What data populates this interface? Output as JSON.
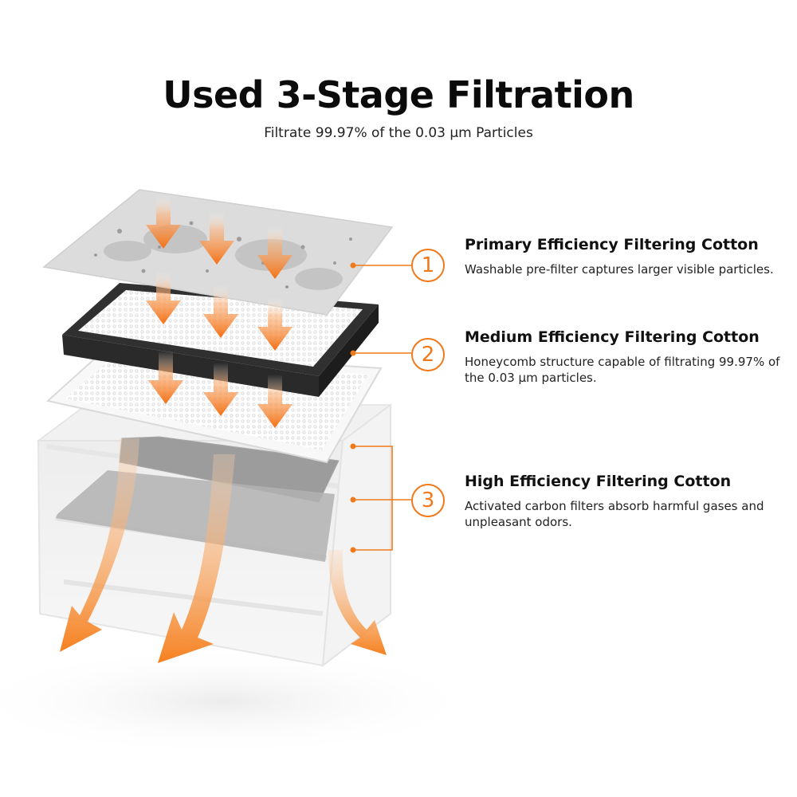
{
  "header": {
    "title": "Used 3-Stage Filtration",
    "subtitle": "Filtrate 99.97% of the 0.03 μm Particles"
  },
  "stages": [
    {
      "number": "1",
      "title": "Primary Efficiency Filtering Cotton",
      "description": "Washable pre-filter captures larger visible particles."
    },
    {
      "number": "2",
      "title": "Medium Efficiency Filtering Cotton",
      "description": "Honeycomb structure capable of filtrating 99.97% of the 0.03 μm particles."
    },
    {
      "number": "3",
      "title": "High Efficiency Filtering Cotton",
      "description": "Activated carbon filters absorb harmful gases and unpleasant odors."
    }
  ],
  "colors": {
    "accent": "#f07a1a",
    "text": "#111111",
    "background": "#ffffff"
  }
}
